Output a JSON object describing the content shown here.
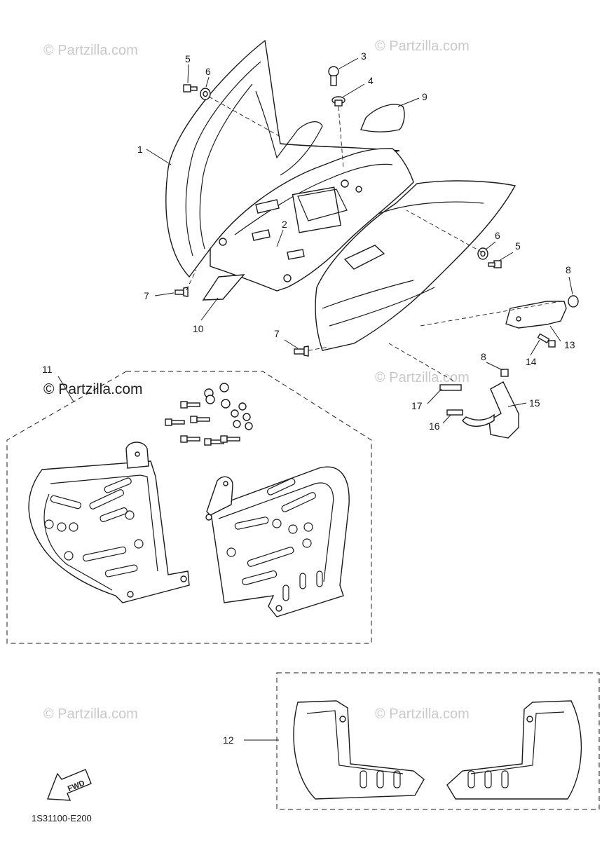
{
  "watermarks": [
    "© Partzilla.com",
    "© Partzilla.com",
    "© Partzilla.com",
    "© Partzilla.com",
    "© Partzilla.com",
    "© Partzilla.com"
  ],
  "watermark_dark": "© Partzilla.com",
  "callouts": {
    "c1": "1",
    "c2": "2",
    "c3": "3",
    "c4": "4",
    "c5a": "5",
    "c5b": "5",
    "c6a": "6",
    "c6b": "6",
    "c7a": "7",
    "c7b": "7",
    "c8a": "8",
    "c8b": "8",
    "c9": "9",
    "c10": "10",
    "c11": "11",
    "c12": "12",
    "c13": "13",
    "c14": "14",
    "c15": "15",
    "c16": "16",
    "c17": "17"
  },
  "fwd_label": "FWD",
  "diagram_code": "1S31100-E200"
}
